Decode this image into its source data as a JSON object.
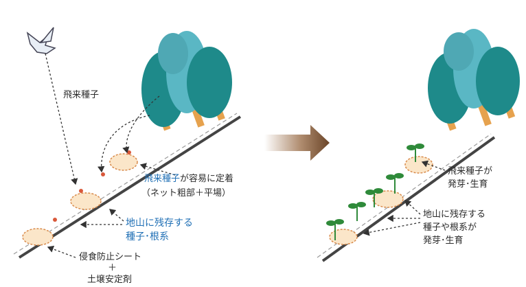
{
  "labels": {
    "flying_seeds": "飛来種子",
    "settle_blue": "飛来種子",
    "settle_rest": "が容易に定着",
    "settle_paren": "（ネット粗部＋平場）",
    "residual_line1": "地山に残存する",
    "residual_line2": "種子･根系",
    "sheet_line1": "侵食防止シート",
    "sheet_plus": "＋",
    "sheet_line2": "土壌安定剤",
    "right_flying_line1": "飛来種子が",
    "right_flying_line2": "発芽･生育",
    "right_residual_line1": "地山に残存する",
    "right_residual_line2": "種子や根系が",
    "right_residual_line3": "発芽･生育"
  },
  "colors": {
    "text": "#2a2a2a",
    "blue_text": "#1f6fb5",
    "tree_dark": "#1e8a8a",
    "tree_light": "#5ab7c4",
    "trunk": "#e6a24e",
    "arrow": "#7a5535",
    "slope": "#444444",
    "seed_red": "#d9583a",
    "sprout": "#2f8a3a"
  },
  "icons": {
    "bird": "bird-icon",
    "process_arrow": "process-arrow-icon"
  }
}
